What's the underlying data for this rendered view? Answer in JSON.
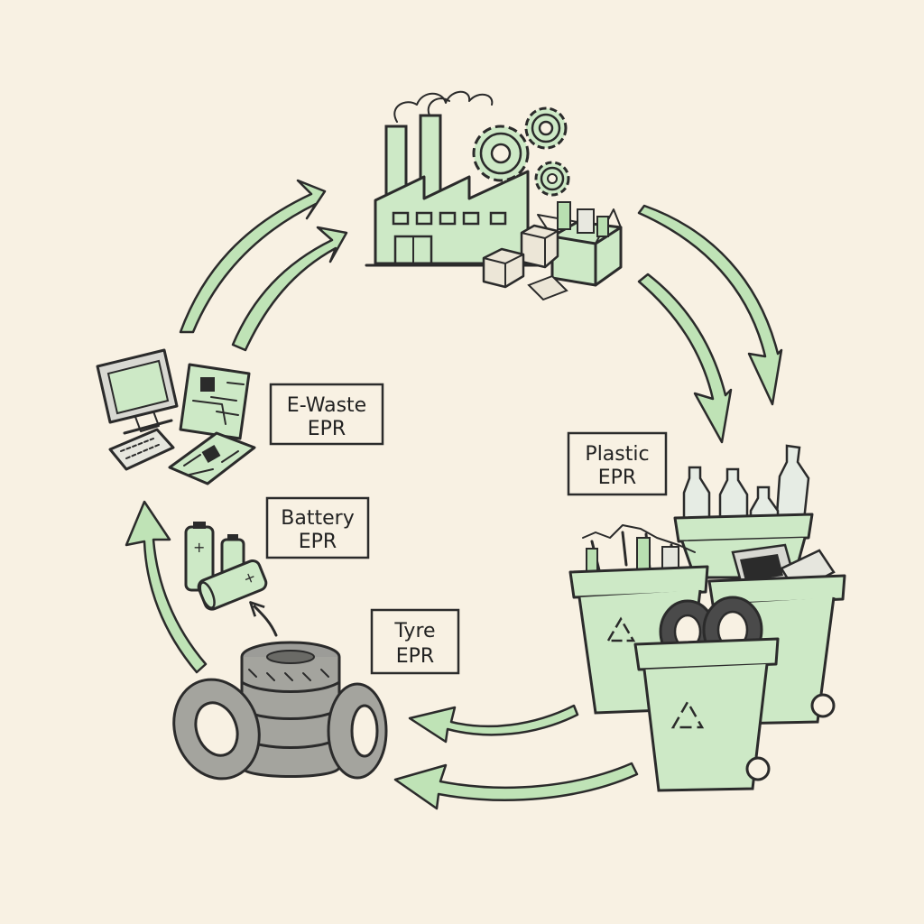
{
  "labels": {
    "ewaste": [
      "E-Waste",
      "EPR"
    ],
    "plastic": [
      "Plastic",
      "EPR"
    ],
    "battery": [
      "Battery",
      "EPR"
    ],
    "tyre": [
      "Tyre",
      "EPR"
    ]
  },
  "colors": {
    "background": "#f8f1e3",
    "accent_green": "#cde9c6",
    "arrow_green": "#bfe3b6",
    "ink": "#2b2b2b"
  },
  "icons": [
    "factory-icon",
    "gear-icon",
    "box-icon",
    "computer-monitor-icon",
    "circuit-board-icon",
    "keyboard-icon",
    "battery-icon",
    "tyre-icon",
    "recycling-bin-icon",
    "plastic-bottle-icon",
    "cycle-arrow-icon"
  ]
}
